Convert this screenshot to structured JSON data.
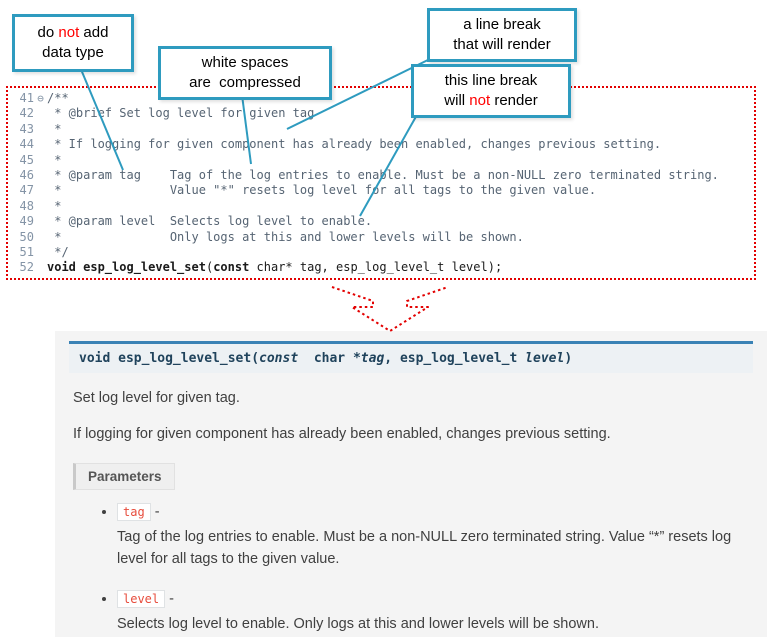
{
  "colors": {
    "annotation_teal": "#2E9BBF",
    "annotation_red": "#FF0000",
    "code_border_red": "#E30000",
    "docs_accent_blue": "#3A82B5",
    "inline_code_red": "#E74C3C"
  },
  "callouts": {
    "no_datatype": {
      "l1a": "do ",
      "l1b": "not",
      "l1c": " add",
      "l2": "data type"
    },
    "whitespace": {
      "l1": "white spaces",
      "l2": "are  compressed"
    },
    "break_render": {
      "l1": "a line break",
      "l2": "that will render"
    },
    "break_norender": {
      "l1": "this line break",
      "l2a": "will ",
      "l2b": "not",
      "l2c": " render"
    }
  },
  "editor": {
    "lines": [
      {
        "num": "41",
        "fold": "⊖",
        "text": "/**"
      },
      {
        "num": "42",
        "text": " * @brief Set log level for given tag"
      },
      {
        "num": "43",
        "text": " *"
      },
      {
        "num": "44",
        "text": " * If logging for given component has already been enabled, changes previous setting."
      },
      {
        "num": "45",
        "text": " *"
      },
      {
        "num": "46",
        "text": " * @param tag    Tag of the log entries to enable. Must be a non-NULL zero terminated string."
      },
      {
        "num": "47",
        "text": " *               Value \"*\" resets log level for all tags to the given value."
      },
      {
        "num": "48",
        "text": " *"
      },
      {
        "num": "49",
        "text": " * @param level  Selects log level to enable."
      },
      {
        "num": "50",
        "text": " *               Only logs at this and lower levels will be shown."
      },
      {
        "num": "51",
        "text": " */"
      }
    ],
    "line52": {
      "num": "52",
      "kw1": "void ",
      "fn": "esp_log_level_set",
      "open": "(",
      "kw2": "const",
      "rest": " char* tag, esp_log_level_t level);"
    }
  },
  "docs": {
    "signature": {
      "kw1": "void ",
      "name": "esp_log_level_set",
      "open": "(",
      "kw2": "const",
      "mid": "  char *",
      "arg1": "tag",
      "sep": ", ",
      "type2": "esp_log_level_t ",
      "arg2": "level",
      "close": ")"
    },
    "p1": "Set log level for given tag.",
    "p2": "If logging for given component has already been enabled, changes previous setting.",
    "params_label": "Parameters",
    "params": [
      {
        "name": "tag",
        "dash": " -",
        "desc": "Tag of the log entries to enable. Must be a non-NULL zero terminated string. Value “*” resets log level for all tags to the given value."
      },
      {
        "name": "level",
        "dash": " -",
        "desc": "Selects log level to enable. Only logs at this and lower levels will be shown."
      }
    ]
  }
}
